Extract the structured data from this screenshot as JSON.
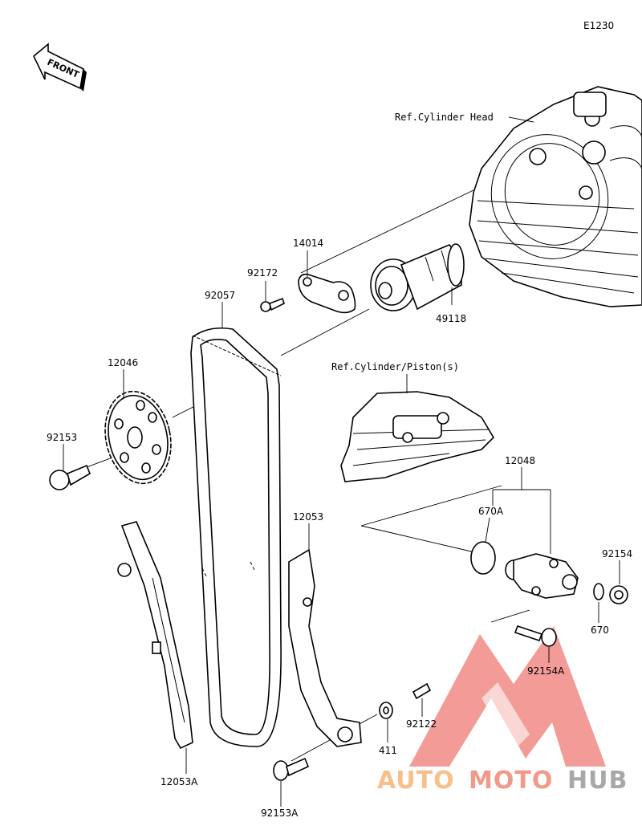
{
  "diagram": {
    "code": "E1230",
    "front_label": "FRONT",
    "ref_cylinder_head": "Ref.Cylinder Head",
    "ref_cylinder_piston": "Ref.Cylinder/Piston(s)"
  },
  "parts": [
    {
      "id": "p14014",
      "label": "14014"
    },
    {
      "id": "p92172",
      "label": "92172"
    },
    {
      "id": "p92057",
      "label": "92057"
    },
    {
      "id": "p49118",
      "label": "49118"
    },
    {
      "id": "p12046",
      "label": "12046"
    },
    {
      "id": "p92153",
      "label": "92153"
    },
    {
      "id": "p12048",
      "label": "12048"
    },
    {
      "id": "p670A",
      "label": "670A"
    },
    {
      "id": "p92154",
      "label": "92154"
    },
    {
      "id": "p670",
      "label": "670"
    },
    {
      "id": "p92154A",
      "label": "92154A"
    },
    {
      "id": "p12053",
      "label": "12053"
    },
    {
      "id": "p92122",
      "label": "92122"
    },
    {
      "id": "p411",
      "label": "411"
    },
    {
      "id": "p12053A",
      "label": "12053A"
    },
    {
      "id": "p92153A",
      "label": "92153A"
    }
  ],
  "watermark": {
    "brand_part1": "AUTO",
    "brand_part2": "MOTO",
    "brand_part3": "HUB",
    "colors": {
      "auto": "#f7c08a",
      "moto": "#f29a8a",
      "hub": "#a8a8a8",
      "logo": "#f28b85"
    }
  }
}
